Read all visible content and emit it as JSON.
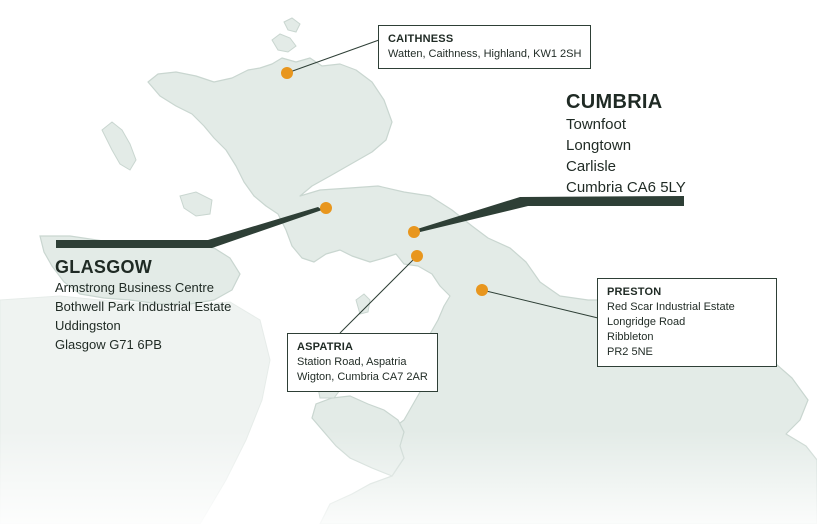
{
  "locations": {
    "caithness": {
      "title": "CAITHNESS",
      "lines": [
        "Watten,  Caithness,  Highland,  KW1 2SH"
      ]
    },
    "cumbria": {
      "title": "CUMBRIA",
      "lines": [
        "Townfoot",
        "Longtown",
        "Carlisle",
        "Cumbria CA6 5LY"
      ]
    },
    "glasgow": {
      "title": "GLASGOW",
      "lines": [
        "Armstrong Business Centre",
        "Bothwell Park Industrial Estate",
        "Uddingston",
        "Glasgow G71 6PB"
      ]
    },
    "aspatria": {
      "title": "ASPATRIA",
      "lines": [
        "Station Road,  Aspatria",
        "Wigton,  Cumbria CA7 2AR"
      ]
    },
    "preston": {
      "title": "PRESTON",
      "lines": [
        "Red Scar Industrial Estate",
        "Longridge Road",
        "Ribbleton",
        "PR2 5NE"
      ]
    }
  },
  "colors": {
    "land": "#e3ebe7",
    "land_edge": "#c7d4ce",
    "marker": "#e8961e",
    "leader": "#2e3f36"
  }
}
